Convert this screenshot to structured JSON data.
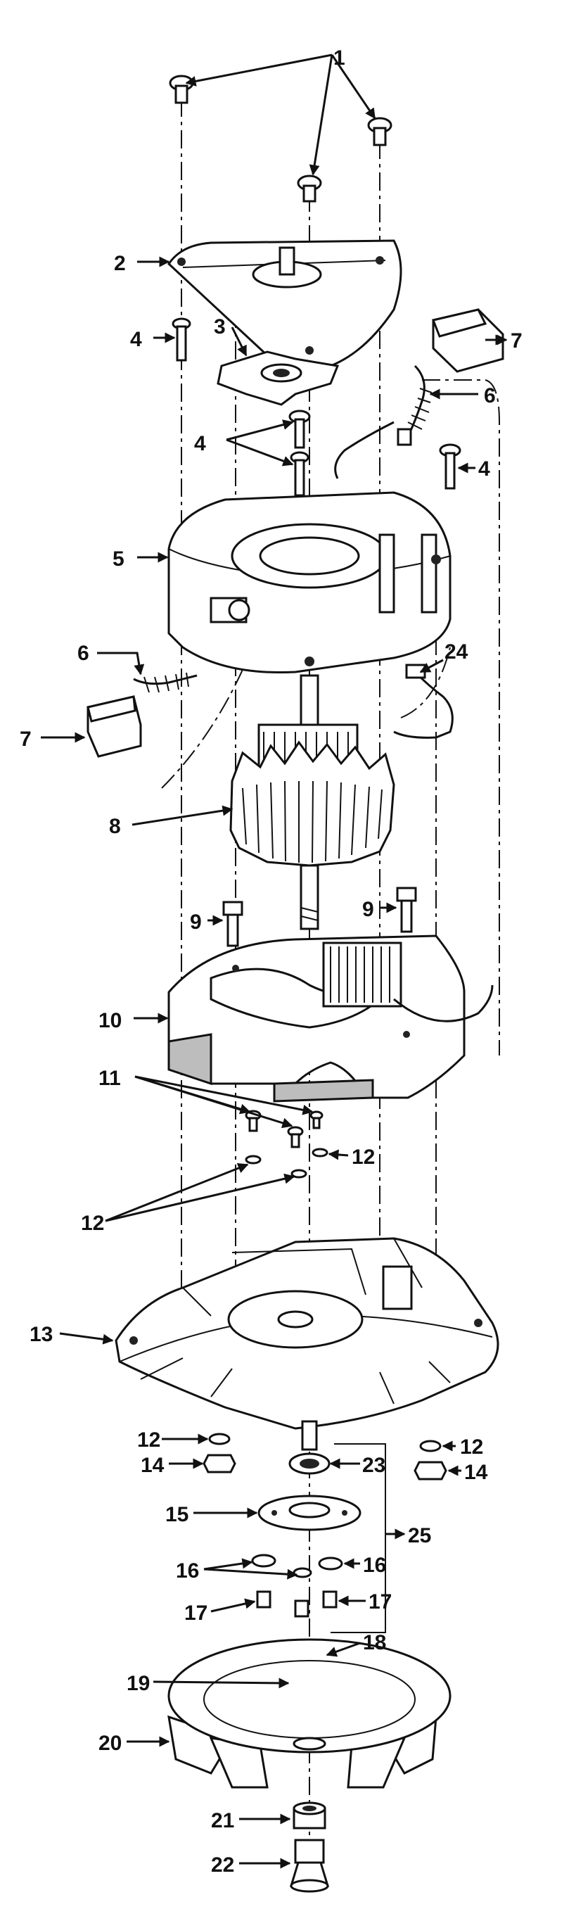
{
  "diagram": {
    "callouts": [
      "1",
      "2",
      "3",
      "4",
      "4",
      "4",
      "5",
      "6",
      "6",
      "7",
      "7",
      "8",
      "9",
      "9",
      "10",
      "11",
      "12",
      "12",
      "12",
      "12",
      "13",
      "14",
      "14",
      "15",
      "16",
      "16",
      "17",
      "17",
      "18",
      "19",
      "20",
      "21",
      "22",
      "23",
      "24",
      "25"
    ]
  }
}
